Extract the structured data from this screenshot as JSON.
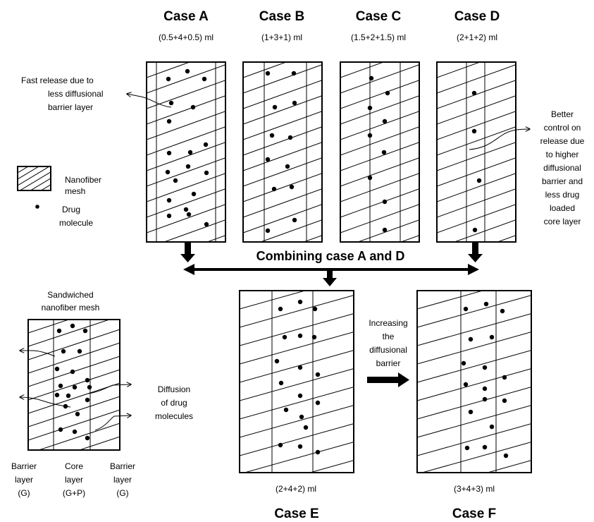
{
  "cases": [
    {
      "title": "Case A",
      "ratio": "(0.5+4+0.5) ml"
    },
    {
      "title": "Case B",
      "ratio": "(1+3+1) ml"
    },
    {
      "title": "Case C",
      "ratio": "(1.5+2+1.5) ml"
    },
    {
      "title": "Case D",
      "ratio": "(2+1+2) ml"
    },
    {
      "title": "Case E",
      "ratio": "(2+4+2) ml"
    },
    {
      "title": "Case F",
      "ratio": "(3+4+3) ml"
    }
  ],
  "combining_label": "Combining case A and D",
  "notes": {
    "fast_release": [
      "Fast release due to",
      "less diffusional",
      "barrier layer"
    ],
    "better_control": [
      "Better",
      "control on",
      "release due",
      "to higher",
      "diffusional",
      "barrier and",
      "less drug",
      "loaded",
      "core layer"
    ],
    "increasing": [
      "Increasing",
      "the",
      "diffusional",
      "barrier"
    ],
    "sandwiched": [
      "Sandwiched",
      "nanofiber mesh"
    ],
    "diffusion": [
      "Diffusion",
      "of drug",
      "molecules"
    ]
  },
  "legend": {
    "mesh": [
      "Nanofiber",
      "mesh"
    ],
    "drug": [
      "Drug",
      "molecule"
    ]
  },
  "layers": [
    {
      "lines": [
        "Barrier",
        "layer",
        "(G)"
      ]
    },
    {
      "lines": [
        "Core",
        "layer",
        "(G+P)"
      ]
    },
    {
      "lines": [
        "Barrier",
        "layer",
        "(G)"
      ]
    }
  ]
}
